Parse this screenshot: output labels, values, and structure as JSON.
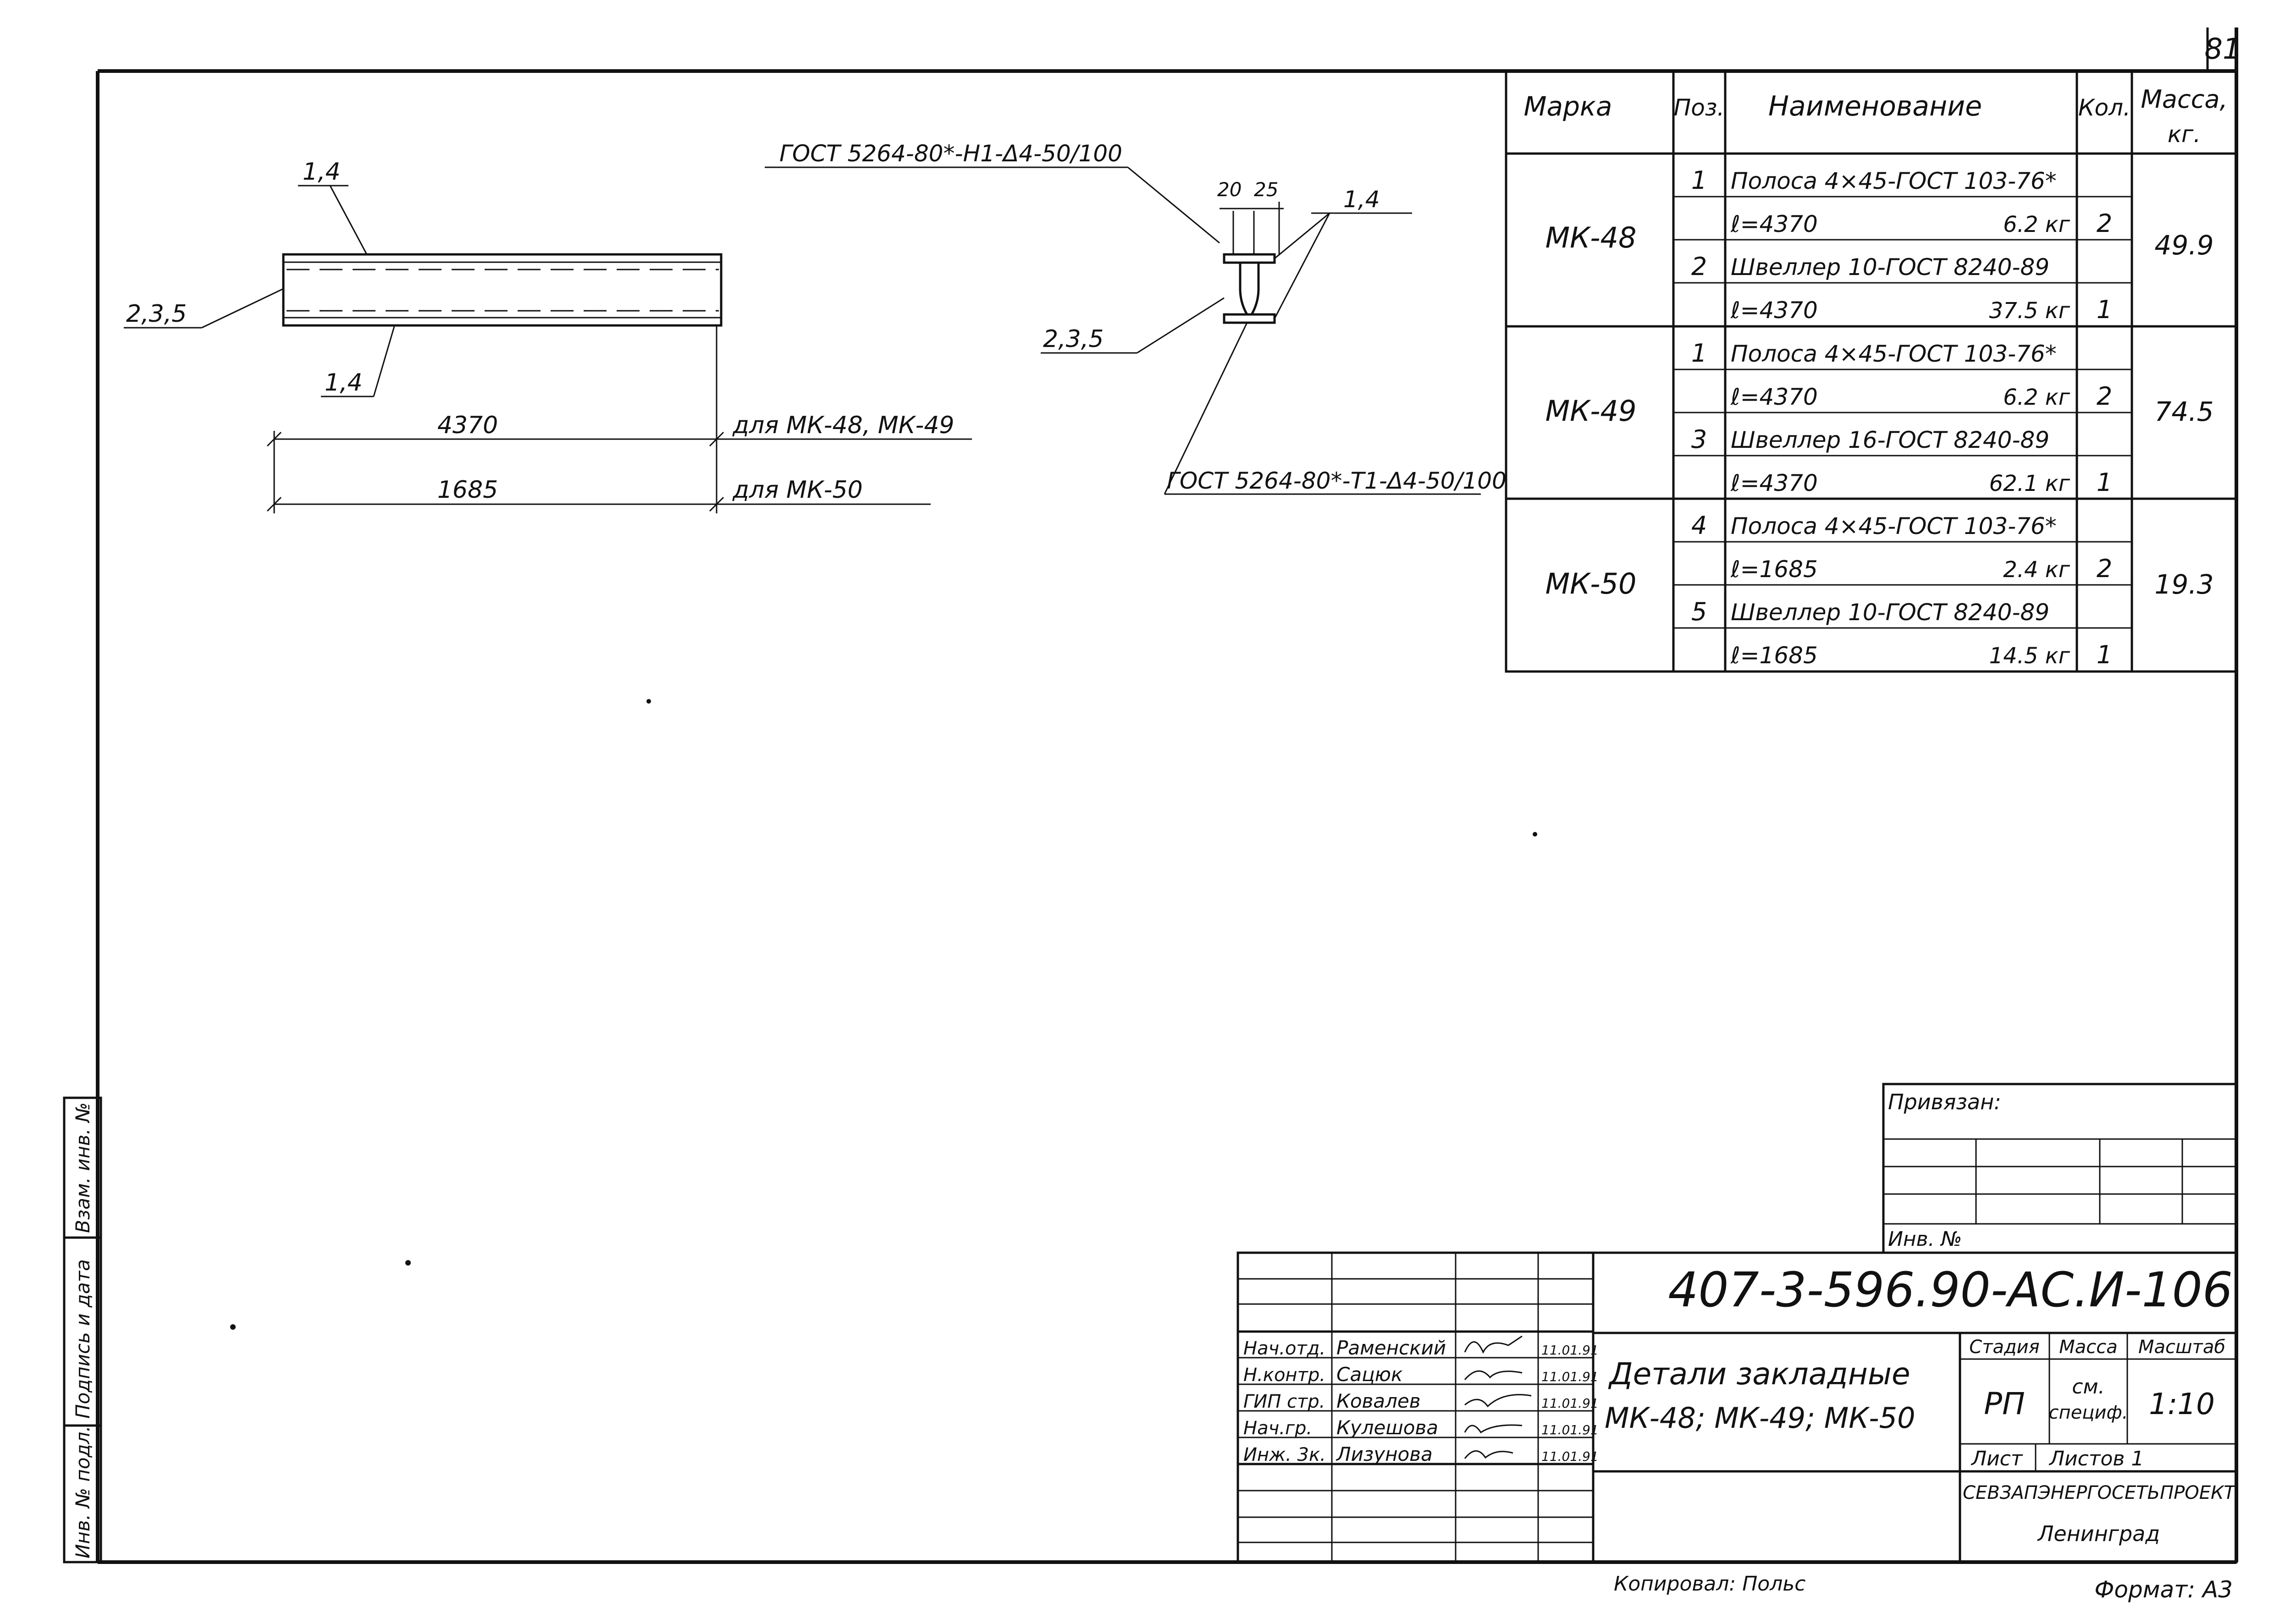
{
  "page": {
    "sheet_number": "81"
  },
  "drawing": {
    "leader_top_left": "1,4",
    "leader_left": "2,3,5",
    "leader_bottom_left": "1,4",
    "dim_length_1": "4370",
    "dim_note_1": "для МК-48, МК-49",
    "dim_length_2": "1685",
    "dim_note_2": "для МК-50",
    "weld_top": "ГОСТ 5264-80*-Н1-Δ4-50/100",
    "weld_bottom": "ГОСТ 5264-80*-Т1-Δ4-50/100",
    "section_dim_a": "20",
    "section_dim_b": "25",
    "section_leader_right": "1,4",
    "section_leader_left": "2,3,5"
  },
  "spec_table": {
    "headers": {
      "mark": "Марка",
      "pos": "Поз.",
      "name": "Наименование",
      "qty": "Кол.",
      "mass_line1": "Масса,",
      "mass_line2": "кг."
    },
    "groups": [
      {
        "mark": "МК-48",
        "mass": "49.9",
        "rows": [
          {
            "pos": "1",
            "name": "Полоса 4×45-ГОСТ 103-76*",
            "weight": "",
            "qty": ""
          },
          {
            "pos": "",
            "name": "ℓ=4370",
            "weight": "6.2 кг",
            "qty": "2"
          },
          {
            "pos": "2",
            "name": "Швеллер 10-ГОСТ 8240-89",
            "weight": "",
            "qty": ""
          },
          {
            "pos": "",
            "name": "ℓ=4370",
            "weight": "37.5 кг",
            "qty": "1"
          }
        ]
      },
      {
        "mark": "МК-49",
        "mass": "74.5",
        "rows": [
          {
            "pos": "1",
            "name": "Полоса 4×45-ГОСТ 103-76*",
            "weight": "",
            "qty": ""
          },
          {
            "pos": "",
            "name": "ℓ=4370",
            "weight": "6.2 кг",
            "qty": "2"
          },
          {
            "pos": "3",
            "name": "Швеллер 16-ГОСТ 8240-89",
            "weight": "",
            "qty": ""
          },
          {
            "pos": "",
            "name": "ℓ=4370",
            "weight": "62.1 кг",
            "qty": "1"
          }
        ]
      },
      {
        "mark": "МК-50",
        "mass": "19.3",
        "rows": [
          {
            "pos": "4",
            "name": "Полоса 4×45-ГОСТ 103-76*",
            "weight": "",
            "qty": ""
          },
          {
            "pos": "",
            "name": "ℓ=1685",
            "weight": "2.4 кг",
            "qty": "2"
          },
          {
            "pos": "5",
            "name": "Швеллер 10-ГОСТ 8240-89",
            "weight": "",
            "qty": ""
          },
          {
            "pos": "",
            "name": "ℓ=1685",
            "weight": "14.5 кг",
            "qty": "1"
          }
        ]
      }
    ]
  },
  "side_stamp": {
    "vzam": "Взам. инв. №",
    "podpis": "Подпись и дата",
    "inv_podl": "Инв. № подл."
  },
  "binding": {
    "privyazan": "Привязан:",
    "inv_no": "Инв. №"
  },
  "title_block": {
    "doc_code": "407-3-596.90-АС.И-106",
    "title_line1": "Детали закладные",
    "title_line2": "МК-48; МК-49; МК-50",
    "stage_header": "Стадия",
    "mass_header": "Масса",
    "scale_header": "Масштаб",
    "stage": "РП",
    "mass_line1": "см.",
    "mass_line2": "специф.",
    "scale": "1:10",
    "sheet_label": "Лист",
    "sheets_label": "Листов 1",
    "organization": "СЕВЗАПЭНЕРГОСЕТЬПРОЕКТ",
    "city": "Ленинград",
    "staff": [
      {
        "role": "Нач.отд.",
        "name": "Раменский",
        "date": "11.01.91"
      },
      {
        "role": "Н.контр.",
        "name": "Сацюк",
        "date": "11.01.91"
      },
      {
        "role": "ГИП стр.",
        "name": "Ковалев",
        "date": "11.01.91"
      },
      {
        "role": "Нач.гр.",
        "name": "Кулешова",
        "date": "11.01.91"
      },
      {
        "role": "Инж. 3к.",
        "name": "Лизунова",
        "date": "11.01.91"
      }
    ]
  },
  "footer": {
    "copied": "Копировал: Польс",
    "format": "Формат: А3"
  }
}
